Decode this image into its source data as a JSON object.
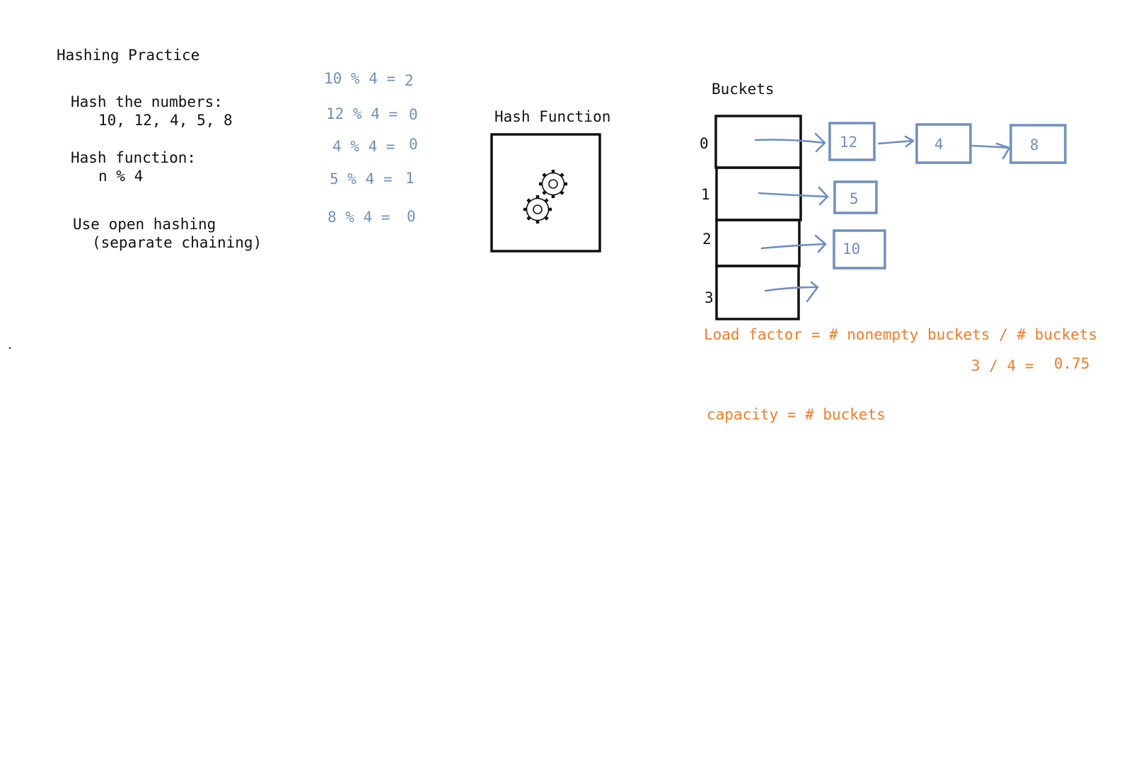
{
  "notes": {
    "title": "Hashing Practice",
    "hash_prompt": "Hash the numbers:",
    "numbers": "10, 12, 4, 5, 8",
    "function_prompt": "Hash function:",
    "function": "n % 4",
    "method_line1": "Use open hashing",
    "method_line2": "(separate chaining)"
  },
  "computations": [
    {
      "expr": "10 % 4 =",
      "result": "2"
    },
    {
      "expr": "12 % 4 =",
      "result": "0"
    },
    {
      "expr": "4 % 4 =",
      "result": "0"
    },
    {
      "expr": "5 % 4 =",
      "result": "1"
    },
    {
      "expr": "8 % 4 =",
      "result": "0"
    }
  ],
  "hash_function": {
    "label": "Hash Function",
    "icon": "gears-icon"
  },
  "buckets": {
    "label": "Buckets",
    "indices": [
      "0",
      "1",
      "2",
      "3"
    ],
    "chains": [
      [
        "12",
        "4",
        "8"
      ],
      [
        "5"
      ],
      [
        "10"
      ],
      []
    ]
  },
  "load_factor": {
    "formula": "Load factor = # nonempty buckets / # buckets",
    "calc": "3 / 4 =",
    "value": "0.75"
  },
  "capacity": {
    "formula": "capacity = # buckets"
  },
  "colors": {
    "ink": "#111111",
    "annotation": "#6e8fbf",
    "highlight": "#f07c2a"
  }
}
